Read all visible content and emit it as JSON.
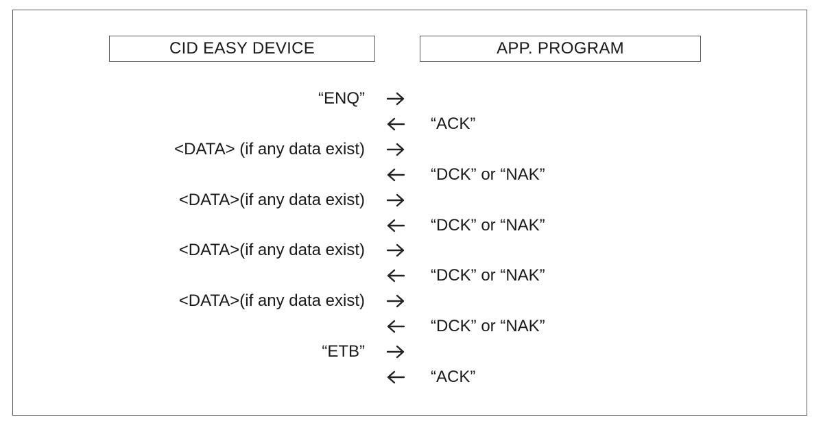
{
  "diagram": {
    "left_header": "CID EASY DEVICE",
    "right_header": "APP. PROGRAM",
    "steps": [
      {
        "from": "device",
        "text": "“ENQ”"
      },
      {
        "from": "app",
        "text": "“ACK”"
      },
      {
        "from": "device",
        "text": "<DATA> (if any data exist)"
      },
      {
        "from": "app",
        "text": "“DCK” or “NAK”"
      },
      {
        "from": "device",
        "text": "<DATA>(if any data exist)"
      },
      {
        "from": "app",
        "text": "“DCK” or “NAK”"
      },
      {
        "from": "device",
        "text": "<DATA>(if any data exist)"
      },
      {
        "from": "app",
        "text": "“DCK” or “NAK”"
      },
      {
        "from": "device",
        "text": "<DATA>(if any data exist)"
      },
      {
        "from": "app",
        "text": "“DCK” or “NAK”"
      },
      {
        "from": "device",
        "text": "“ETB”"
      },
      {
        "from": "app",
        "text": "“ACK”"
      }
    ],
    "colors": {
      "text": "#1a1a1a",
      "border": "#555555",
      "arrow": "#222222"
    }
  }
}
